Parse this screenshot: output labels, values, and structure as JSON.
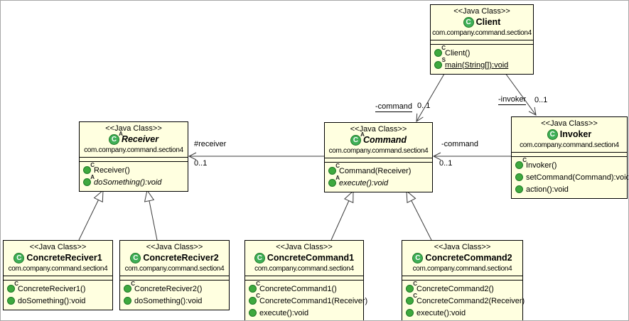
{
  "colors": {
    "class_fill": "#FFFFE0",
    "class_border": "#000000",
    "icon_green": "#3EA93E",
    "class_icon_green": "#3FAF57",
    "edge_line": "#3C3C3C"
  },
  "classes": [
    {
      "stereotype": "<<Java Class>>",
      "icon": "C",
      "marker": "",
      "name": "Client",
      "package": "com.company.command.section4",
      "methods": [
        {
          "label": "Client()",
          "mod": "C"
        },
        {
          "label": "main(String[]):void",
          "mod": "S"
        }
      ]
    },
    {
      "stereotype": "<<Java Class>>",
      "icon": "C",
      "marker": "A",
      "name": "Receiver",
      "package": "com.company.command.section4",
      "methods": [
        {
          "label": "Receiver()",
          "mod": "C"
        },
        {
          "label": "doSomething():void",
          "mod": "A"
        }
      ]
    },
    {
      "stereotype": "<<Java Class>>",
      "icon": "C",
      "marker": "A",
      "name": "Command",
      "package": "com.company.command.section4",
      "methods": [
        {
          "label": "Command(Receiver)",
          "mod": "C"
        },
        {
          "label": "execute():void",
          "mod": "A"
        }
      ]
    },
    {
      "stereotype": "<<Java Class>>",
      "icon": "C",
      "marker": "",
      "name": "Invoker",
      "package": "com.company.command.section4",
      "methods": [
        {
          "label": "Invoker()",
          "mod": "C"
        },
        {
          "label": "setCommand(Command):void",
          "mod": ""
        },
        {
          "label": "action():void",
          "mod": ""
        }
      ]
    },
    {
      "stereotype": "<<Java Class>>",
      "icon": "C",
      "marker": "",
      "name": "ConcreteReciver1",
      "package": "com.company.command.section4",
      "methods": [
        {
          "label": "ConcreteReciver1()",
          "mod": "C"
        },
        {
          "label": "doSomething():void",
          "mod": ""
        }
      ]
    },
    {
      "stereotype": "<<Java Class>>",
      "icon": "C",
      "marker": "",
      "name": "ConcreteReciver2",
      "package": "com.company.command.section4",
      "methods": [
        {
          "label": "ConcreteReciver2()",
          "mod": "C"
        },
        {
          "label": "doSomething():void",
          "mod": ""
        }
      ]
    },
    {
      "stereotype": "<<Java Class>>",
      "icon": "C",
      "marker": "",
      "name": "ConcreteCommand1",
      "package": "com.company.command.section4",
      "methods": [
        {
          "label": "ConcreteCommand1()",
          "mod": "C"
        },
        {
          "label": "ConcreteCommand1(Receiver)",
          "mod": "C"
        },
        {
          "label": "execute():void",
          "mod": ""
        }
      ]
    },
    {
      "stereotype": "<<Java Class>>",
      "icon": "C",
      "marker": "",
      "name": "ConcreteCommand2",
      "package": "com.company.command.section4",
      "methods": [
        {
          "label": "ConcreteCommand2()",
          "mod": "C"
        },
        {
          "label": "ConcreteCommand2(Receiver)",
          "mod": "C"
        },
        {
          "label": "execute():void",
          "mod": ""
        }
      ]
    }
  ],
  "edges": [
    {
      "label": "-command",
      "mult": "0..1"
    },
    {
      "label": "-invoker",
      "mult": "0..1"
    },
    {
      "label": "-command",
      "mult": "0..1"
    },
    {
      "label": "#receiver",
      "mult": "0..1"
    }
  ]
}
